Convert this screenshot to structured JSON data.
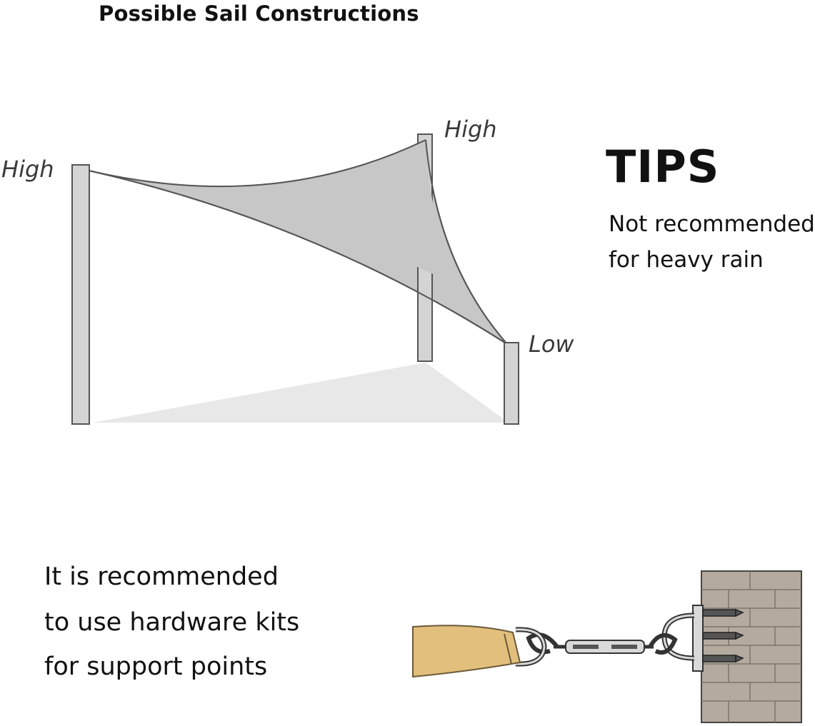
{
  "title": "Possible Sail Constructions",
  "diagram": {
    "labels": {
      "left_post": "High",
      "back_post": "High",
      "right_post": "Low"
    },
    "sail_color": "#c7c7c7",
    "shadow_color": "#e8e8e8",
    "post_color": "#d4d4d4"
  },
  "tips": {
    "heading": "TIPS",
    "lines": [
      "Not recommended",
      "for heavy rain"
    ]
  },
  "recommendation": {
    "lines": [
      "It is recommended",
      "to use hardware kits",
      "for support points"
    ]
  },
  "hardware": {
    "sail_color": "#e2bf7c",
    "wall_color": "#b5aa9e",
    "metal_color": "#d9d9d9"
  }
}
